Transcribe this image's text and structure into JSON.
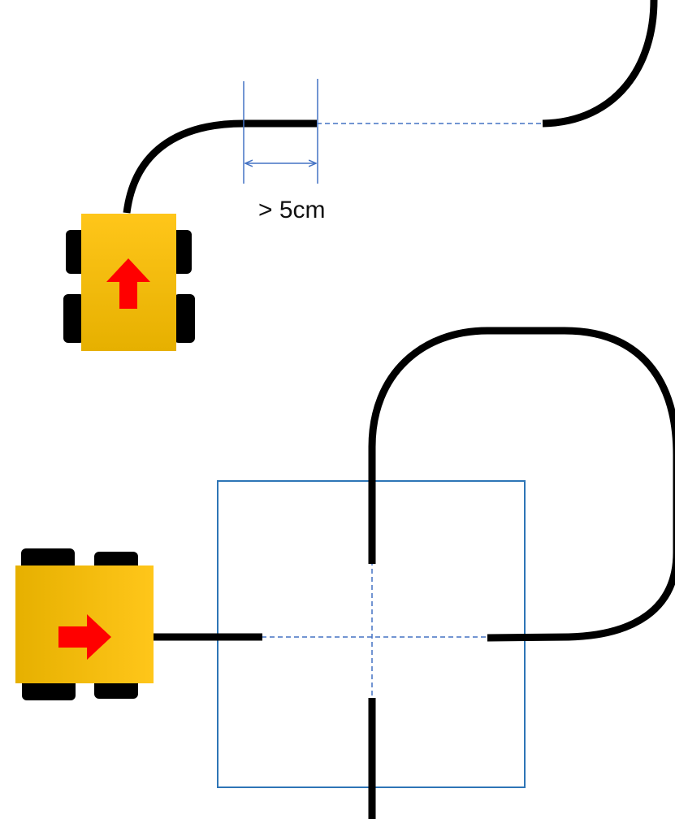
{
  "colors": {
    "track": "#000000",
    "guide": "#4472c4",
    "box_stroke": "#2e75b6",
    "robot_body_light": "#ffc000",
    "robot_body_dark": "#e8b400",
    "wheel": "#000000",
    "arrow": "#ff0000"
  },
  "gap_measure": {
    "label": "> 5cm"
  },
  "robots": [
    {
      "name": "robot-top",
      "heading": "up"
    },
    {
      "name": "robot-bottom",
      "heading": "right"
    }
  ],
  "icons": [
    "arrow-up-icon",
    "arrow-right-icon"
  ]
}
